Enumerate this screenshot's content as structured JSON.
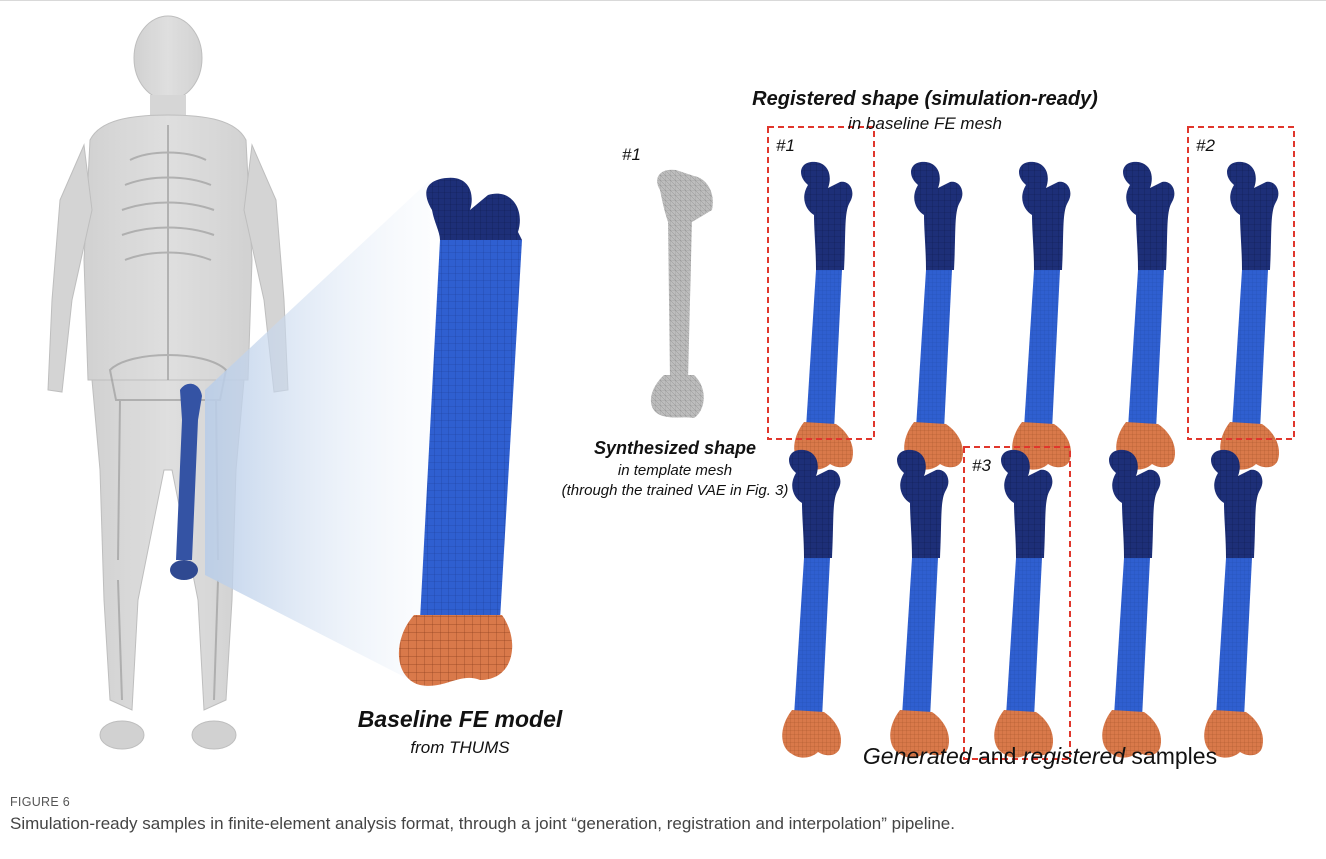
{
  "figure": {
    "registered_title": "Registered shape (simulation-ready)",
    "registered_subtitle": "in baseline FE mesh",
    "synth_title": "Synthesized shape",
    "synth_sub1": "in template mesh",
    "synth_sub2": "(through the trained VAE in Fig. 3)",
    "synth_tag": "#1",
    "baseline_title": "Baseline FE model",
    "baseline_sub": "from THUMS",
    "samples_caption": {
      "w1": "Generated",
      "w2": " and ",
      "w3": "registered",
      "w4": " samples"
    },
    "highlight_tags": [
      "#1",
      "#2",
      "#3"
    ]
  },
  "caption": {
    "label": "FIGURE 6",
    "text": "Simulation-ready samples in finite-element analysis format, through a joint “generation, registration and interpolation” pipeline."
  },
  "colors": {
    "shaft_blue": "#2f5fd0",
    "head_navy": "#1d2f78",
    "condyle_orange": "#d9794a",
    "template_gray": "#b5b5b5",
    "dashed_red": "#e0362c"
  }
}
